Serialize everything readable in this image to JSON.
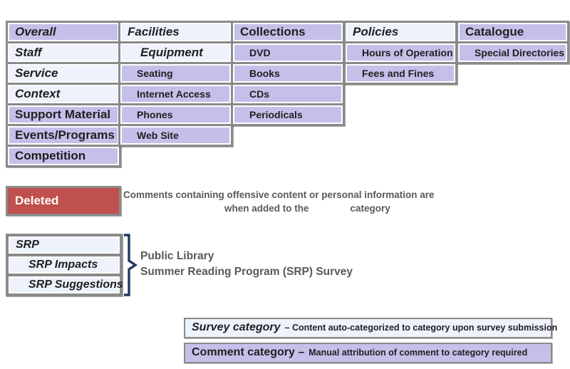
{
  "palette": {
    "lavender": "#c4c0ea",
    "light": "#edf2fb",
    "frame": "#8a8a8a",
    "cellBorder": "#ffffff",
    "red": "#c0504d",
    "navy": "#1f3864",
    "textDark": "#1f1f1f",
    "textGray": "#595959",
    "white": "#ffffff"
  },
  "grid": {
    "columns": [
      {
        "name": "overall",
        "cells": [
          {
            "label": "Overall",
            "italic": true,
            "big": true,
            "light": false,
            "indent": "none"
          },
          {
            "label": "Staff",
            "italic": true,
            "big": true,
            "light": true,
            "indent": "none"
          },
          {
            "label": "Service",
            "italic": true,
            "big": true,
            "light": true,
            "indent": "none"
          },
          {
            "label": "Context",
            "italic": true,
            "big": true,
            "light": true,
            "indent": "none"
          },
          {
            "label": "Support Material",
            "italic": false,
            "big": true,
            "light": false,
            "indent": "none"
          },
          {
            "label": "Events/Programs",
            "italic": false,
            "big": true,
            "light": false,
            "indent": "none"
          },
          {
            "label": "Competition",
            "italic": false,
            "big": true,
            "light": false,
            "indent": "none"
          }
        ]
      },
      {
        "name": "facilities",
        "cells": [
          {
            "label": "Facilities",
            "italic": true,
            "big": true,
            "light": true,
            "indent": "none"
          },
          {
            "label": "Equipment",
            "italic": true,
            "big": true,
            "light": true,
            "indent": "lg"
          },
          {
            "label": "Seating",
            "italic": false,
            "big": false,
            "light": false,
            "indent": "mid"
          },
          {
            "label": "Internet Access",
            "italic": false,
            "big": false,
            "light": false,
            "indent": "mid"
          },
          {
            "label": "Phones",
            "italic": false,
            "big": false,
            "light": false,
            "indent": "mid"
          },
          {
            "label": "Web Site",
            "italic": false,
            "big": false,
            "light": false,
            "indent": "mid"
          }
        ]
      },
      {
        "name": "collections",
        "cells": [
          {
            "label": "Collections",
            "italic": false,
            "big": true,
            "light": false,
            "indent": "none"
          },
          {
            "label": "DVD",
            "italic": false,
            "big": false,
            "light": false,
            "indent": "mid"
          },
          {
            "label": "Books",
            "italic": false,
            "big": false,
            "light": false,
            "indent": "mid"
          },
          {
            "label": "CDs",
            "italic": false,
            "big": false,
            "light": false,
            "indent": "mid"
          },
          {
            "label": "Periodicals",
            "italic": false,
            "big": false,
            "light": false,
            "indent": "mid"
          }
        ]
      },
      {
        "name": "policies",
        "cells": [
          {
            "label": "Policies",
            "italic": true,
            "big": true,
            "light": true,
            "indent": "none"
          },
          {
            "label": "Hours of Operation",
            "italic": false,
            "big": false,
            "light": false,
            "indent": "mid"
          },
          {
            "label": "Fees and Fines",
            "italic": false,
            "big": false,
            "light": false,
            "indent": "mid"
          }
        ]
      },
      {
        "name": "catalogue",
        "cells": [
          {
            "label": "Catalogue",
            "italic": false,
            "big": true,
            "light": false,
            "indent": "none"
          },
          {
            "label": "Special Directories",
            "italic": false,
            "big": false,
            "light": false,
            "indent": "mid"
          }
        ]
      }
    ]
  },
  "deleted": {
    "label": "Deleted",
    "note_line1": "Comments containing offensive content or personal information are",
    "note_line2_start": "when added to the",
    "note_line2_end": "category"
  },
  "srp": {
    "items": [
      {
        "label": "SRP",
        "indent": "none"
      },
      {
        "label": "SRP Impacts",
        "indent": "lg"
      },
      {
        "label": "SRP Suggestions",
        "indent": "lg"
      }
    ],
    "caption_line1": "Public Library",
    "caption_line2": "Summer Reading Program (SRP) Survey"
  },
  "legend": {
    "rows": [
      {
        "term": "Survey category",
        "term_italic": true,
        "description": "– Content auto-categorized to category upon survey submission",
        "bg": "lt"
      },
      {
        "term": "Comment category –",
        "term_italic": false,
        "description": "Manual attribution of comment to category required",
        "bg": "lav"
      }
    ]
  }
}
